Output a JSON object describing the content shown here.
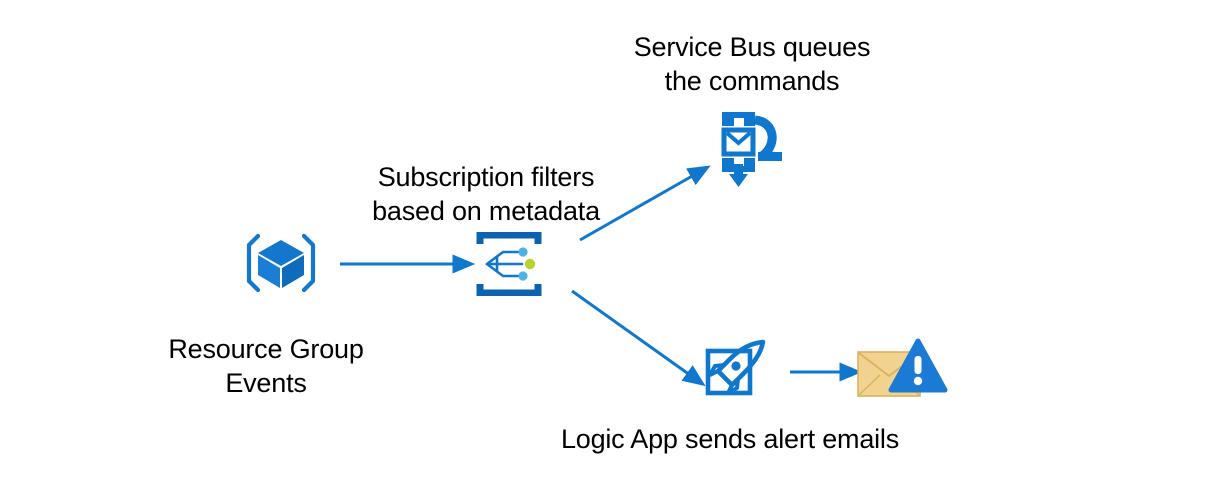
{
  "diagram": {
    "title": "Azure Event Grid resource group event routing",
    "background_color": "#ffffff",
    "accent_color": "#0f77cd",
    "icon_blue": "#1277cd",
    "envelope_color": "#f2d28f",
    "alert_blue": "#1b7ad4",
    "dot_green": "#b8d432",
    "dot_light_blue": "#50b0e8",
    "text_color": "#000000"
  },
  "labels": {
    "service_bus": "Service Bus queues\nthe commands",
    "subscription_filters": "Subscription filters\nbased on metadata",
    "resource_group_events": "Resource Group\nEvents",
    "logic_app": "Logic App sends alert emails"
  },
  "icons": [
    {
      "id": "resource-group-icon",
      "alt": "Resource Group cube"
    },
    {
      "id": "event-grid-icon",
      "alt": "Event Grid subscription"
    },
    {
      "id": "service-bus-icon",
      "alt": "Service Bus queue"
    },
    {
      "id": "logic-app-icon",
      "alt": "Logic App rocket"
    },
    {
      "id": "alert-email-icon",
      "alt": "Alert email envelope with warning"
    }
  ],
  "arrows": [
    {
      "id": "arrow-resource-to-eventgrid",
      "from": "resource-group-icon",
      "to": "event-grid-icon",
      "direction": "right"
    },
    {
      "id": "arrow-eventgrid-to-servicebus",
      "from": "event-grid-icon",
      "to": "service-bus-icon",
      "direction": "up-right"
    },
    {
      "id": "arrow-eventgrid-to-logicapp",
      "from": "event-grid-icon",
      "to": "logic-app-icon",
      "direction": "down-right"
    },
    {
      "id": "arrow-logicapp-to-email",
      "from": "logic-app-icon",
      "to": "alert-email-icon",
      "direction": "right"
    }
  ]
}
